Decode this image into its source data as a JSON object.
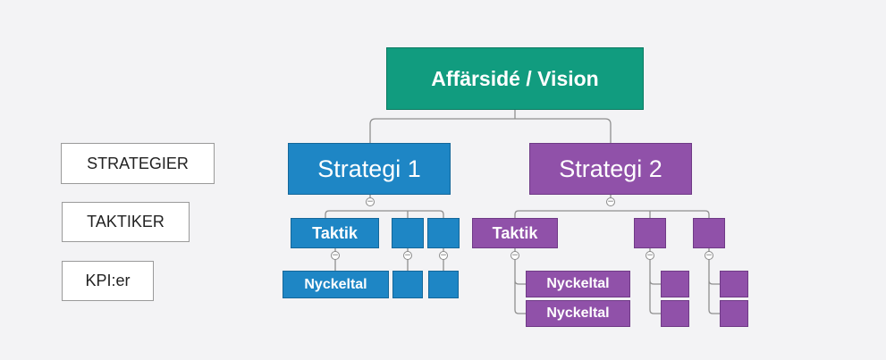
{
  "legend": {
    "strategies": "STRATEGIER",
    "tactics": "TAKTIKER",
    "kpis": "KPI:er"
  },
  "root": {
    "label": "Affärsidé / Vision",
    "color": "#119c7f"
  },
  "strategy1": {
    "label": "Strategi 1",
    "color": "#1e86c5",
    "tactic_label": "Taktik",
    "kpi_label": "Nyckeltal"
  },
  "strategy2": {
    "label": "Strategi 2",
    "color": "#9051a9",
    "tactic_label": "Taktik",
    "kpi_labels": [
      "Nyckeltal",
      "Nyckeltal"
    ]
  },
  "icons": {
    "collapse_glyph": "−"
  }
}
